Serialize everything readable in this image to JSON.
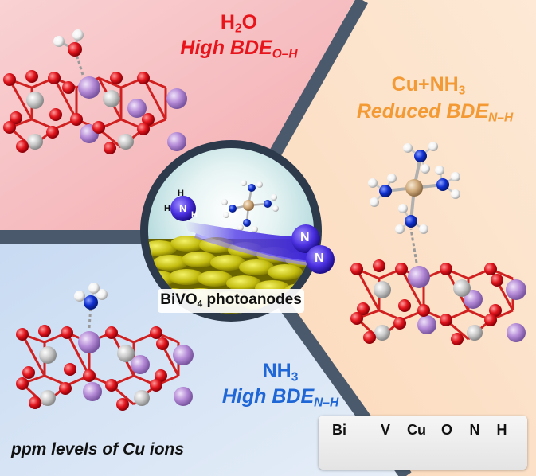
{
  "regions": {
    "water": {
      "formula": "H",
      "formula_sub": "2",
      "formula_tail": "O",
      "bde": "High BDE",
      "bde_sub": "O–H",
      "text_color": "#e8141c",
      "bg_color": "#f7c6c8"
    },
    "copper": {
      "formula": "Cu+NH",
      "formula_sub": "3",
      "bde": "Reduced BDE",
      "bde_sub": "N–H",
      "text_color": "#f39a35",
      "bg_color": "#fde3cc"
    },
    "ammonia": {
      "formula": "NH",
      "formula_sub": "3",
      "bde": "High BDE",
      "bde_sub": "N–H",
      "text_color": "#1f66d6",
      "bg_color": "#cfe0f4"
    }
  },
  "center": {
    "label": "BiVO",
    "label_sub": "4",
    "label_tail": " photoanodes",
    "nh3_atoms": [
      "H",
      "H",
      "N",
      "H"
    ],
    "n2_atoms": [
      "N",
      "N"
    ]
  },
  "footnote": "ppm levels of Cu ions",
  "legend": [
    {
      "symbol": "Bi",
      "color": "#b48ad6"
    },
    {
      "symbol": "V",
      "color": "#c9c9c9"
    },
    {
      "symbol": "Cu",
      "color": "#cfa97a"
    },
    {
      "symbol": "O",
      "color": "#e0141c"
    },
    {
      "symbol": "N",
      "color": "#1030d0"
    },
    {
      "symbol": "H",
      "color": "#f2f2f2"
    }
  ]
}
